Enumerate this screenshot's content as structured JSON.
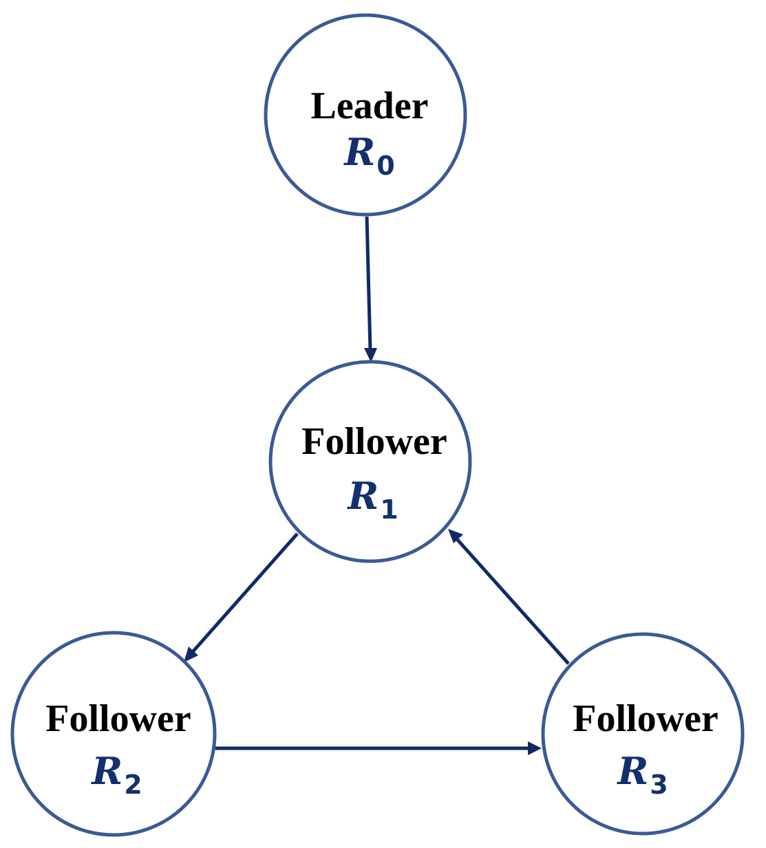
{
  "nodes": [
    {
      "id": "r0",
      "role": "Leader",
      "symbol": "R",
      "subscript": "0"
    },
    {
      "id": "r1",
      "role": "Follower",
      "symbol": "R",
      "subscript": "1"
    },
    {
      "id": "r2",
      "role": "Follower",
      "symbol": "R",
      "subscript": "2"
    },
    {
      "id": "r3",
      "role": "Follower",
      "symbol": "R",
      "subscript": "3"
    }
  ],
  "edges": [
    {
      "from": "r0",
      "to": "r1"
    },
    {
      "from": "r1",
      "to": "r2"
    },
    {
      "from": "r2",
      "to": "r3"
    },
    {
      "from": "r3",
      "to": "r1"
    }
  ],
  "colors": {
    "node_stroke": "#3a5a96",
    "edge": "#0f2a66",
    "symbol": "#12306e",
    "role_text": "#000000"
  }
}
